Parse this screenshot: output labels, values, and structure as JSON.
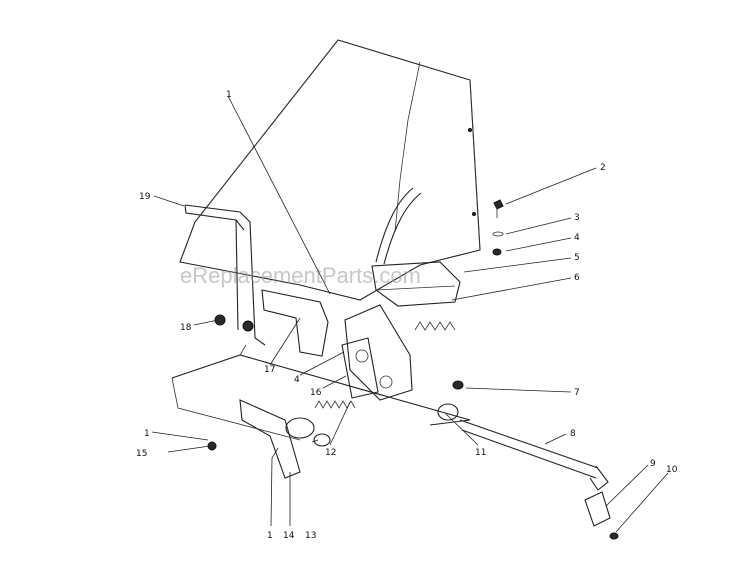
{
  "watermark": "eReplacementParts.com",
  "callouts": [
    {
      "id": "c1a",
      "text": "1"
    },
    {
      "id": "c2",
      "text": "2"
    },
    {
      "id": "c3",
      "text": "3"
    },
    {
      "id": "c4a",
      "text": "4"
    },
    {
      "id": "c5",
      "text": "5"
    },
    {
      "id": "c6",
      "text": "6"
    },
    {
      "id": "c7",
      "text": "7"
    },
    {
      "id": "c8",
      "text": "8"
    },
    {
      "id": "c9",
      "text": "9"
    },
    {
      "id": "c10",
      "text": "10"
    },
    {
      "id": "c11",
      "text": "11"
    },
    {
      "id": "c12",
      "text": "12"
    },
    {
      "id": "c13",
      "text": "13"
    },
    {
      "id": "c14",
      "text": "14"
    },
    {
      "id": "c1c",
      "text": "1"
    },
    {
      "id": "c15",
      "text": "15"
    },
    {
      "id": "c1b",
      "text": "1"
    },
    {
      "id": "c4b",
      "text": "4"
    },
    {
      "id": "c16",
      "text": "16"
    },
    {
      "id": "c17",
      "text": "17"
    },
    {
      "id": "c18",
      "text": "18"
    },
    {
      "id": "c19",
      "text": "19"
    }
  ]
}
